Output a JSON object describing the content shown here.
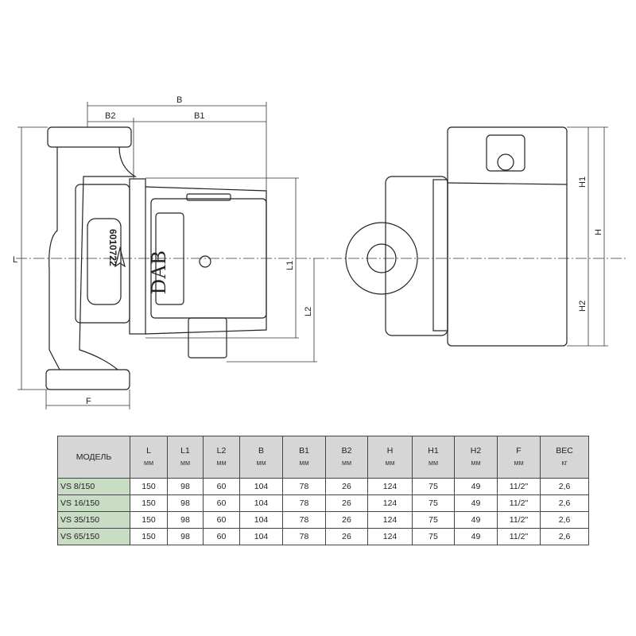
{
  "drawing": {
    "labels": {
      "B": "B",
      "B1": "B1",
      "B2": "B2",
      "L": "L",
      "L1": "L1",
      "L2": "L2",
      "F": "F",
      "H": "H",
      "H1": "H1",
      "H2": "H2"
    },
    "serial": "6010722",
    "brand": "DAB"
  },
  "table": {
    "columns": [
      {
        "name": "МОДЕЛЬ",
        "unit": ""
      },
      {
        "name": "L",
        "unit": "мм"
      },
      {
        "name": "L1",
        "unit": "мм"
      },
      {
        "name": "L2",
        "unit": "мм"
      },
      {
        "name": "B",
        "unit": "мм"
      },
      {
        "name": "B1",
        "unit": "мм"
      },
      {
        "name": "B2",
        "unit": "мм"
      },
      {
        "name": "H",
        "unit": "мм"
      },
      {
        "name": "H1",
        "unit": "мм"
      },
      {
        "name": "H2",
        "unit": "мм"
      },
      {
        "name": "F",
        "unit": "мм"
      },
      {
        "name": "ВЕС",
        "unit": "кг"
      }
    ],
    "rows": [
      [
        "VS 8/150",
        "150",
        "98",
        "60",
        "104",
        "78",
        "26",
        "124",
        "75",
        "49",
        "11/2\"",
        "2,6"
      ],
      [
        "VS 16/150",
        "150",
        "98",
        "60",
        "104",
        "78",
        "26",
        "124",
        "75",
        "49",
        "11/2\"",
        "2,6"
      ],
      [
        "VS 35/150",
        "150",
        "98",
        "60",
        "104",
        "78",
        "26",
        "124",
        "75",
        "49",
        "11/2\"",
        "2,6"
      ],
      [
        "VS 65/150",
        "150",
        "98",
        "60",
        "104",
        "78",
        "26",
        "124",
        "75",
        "49",
        "11/2\"",
        "2,6"
      ]
    ]
  }
}
